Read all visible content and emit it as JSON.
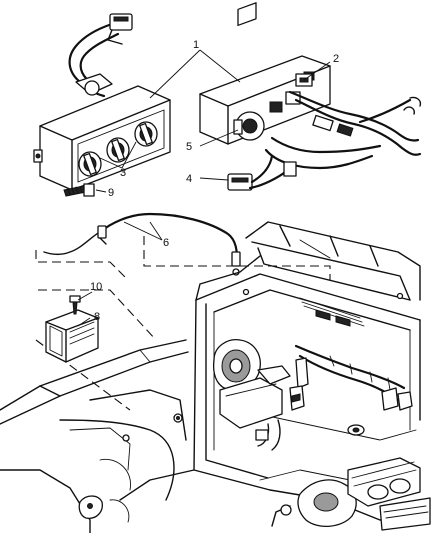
{
  "diagram": {
    "callouts": [
      {
        "id": "1",
        "text": "1"
      },
      {
        "id": "2",
        "text": "2"
      },
      {
        "id": "3",
        "text": "3"
      },
      {
        "id": "4",
        "text": "4"
      },
      {
        "id": "5",
        "text": "5"
      },
      {
        "id": "6",
        "text": "6"
      },
      {
        "id": "8",
        "text": "8"
      },
      {
        "id": "9",
        "text": "9"
      },
      {
        "id": "10",
        "text": "10"
      }
    ]
  }
}
